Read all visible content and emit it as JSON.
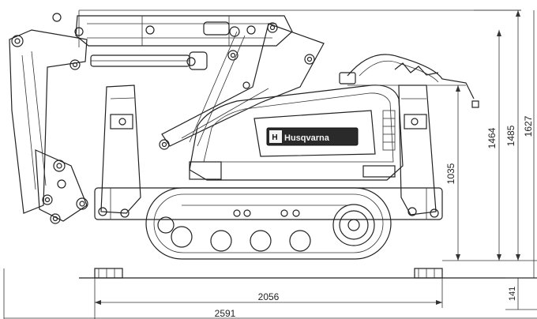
{
  "brand": {
    "logo_text": "Husqvarna",
    "icon": "husqvarna-crown-icon"
  },
  "dimensions": {
    "height_1627": "1627",
    "height_1485": "1485",
    "height_1464": "1464",
    "height_1035": "1035",
    "track_length": "2056",
    "overall_length": "2591",
    "ground_clearance": "141"
  }
}
